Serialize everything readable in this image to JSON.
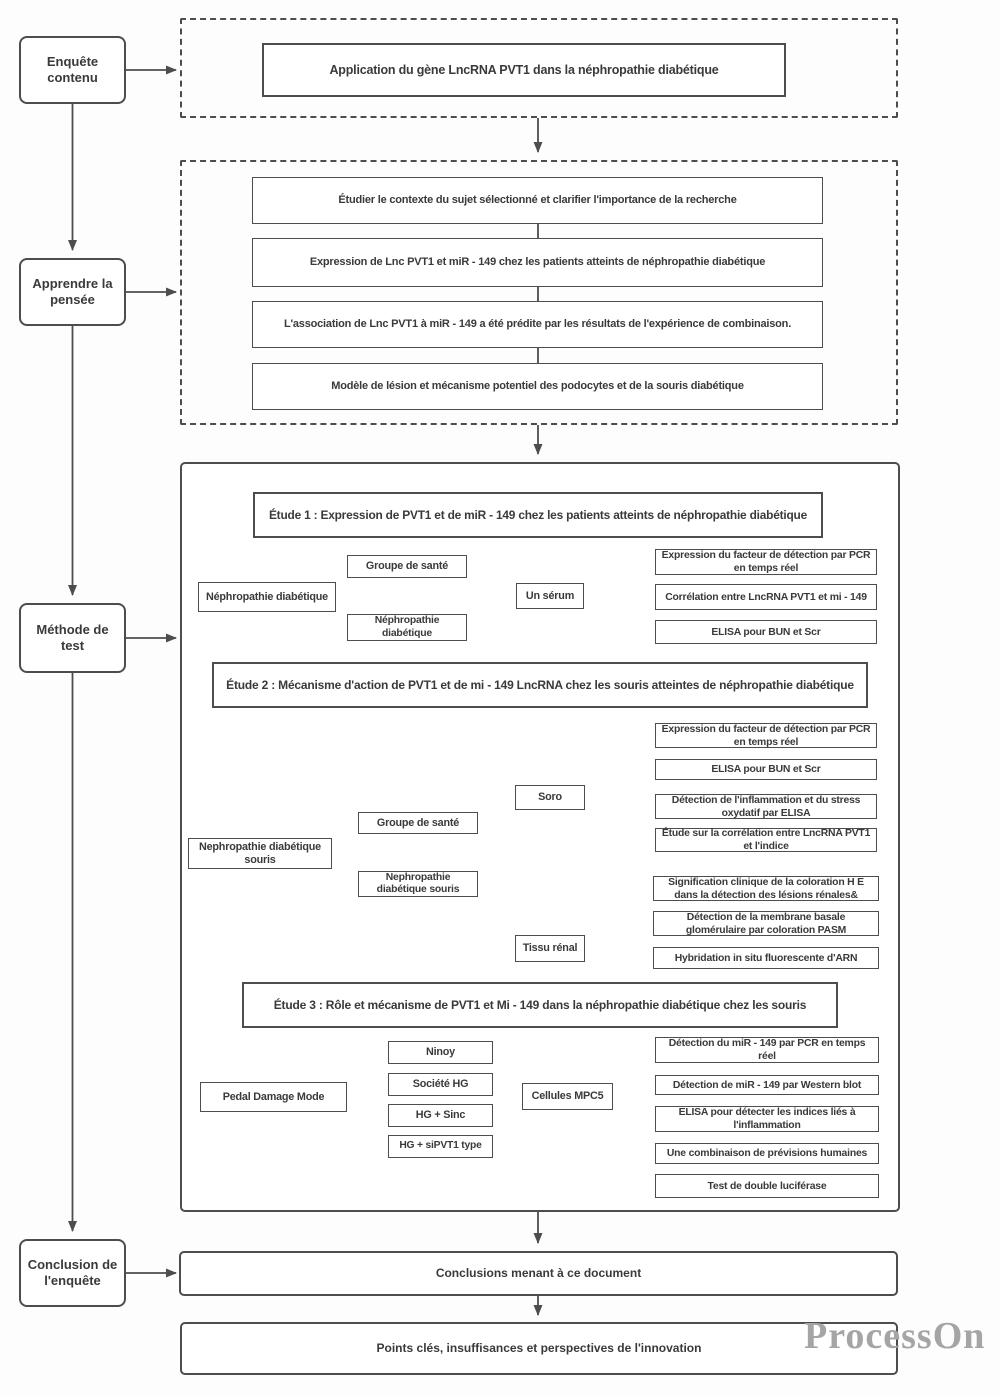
{
  "colors": {
    "line": "#4d4d4d",
    "text": "#3a3a3a",
    "watermark": "#a5a5a5"
  },
  "left_column": {
    "items": [
      "Enquête contenu",
      "Apprendre la pensée",
      "Méthode de test",
      "Conclusion de l'enquête"
    ]
  },
  "overview": {
    "title": "Application du gène LncRNA PVT1 dans la néphropathie diabétique"
  },
  "thinking": {
    "items": [
      "Étudier le contexte du sujet sélectionné et clarifier l'importance de la recherche",
      "Expression de Lnc PVT1 et miR - 149 chez les patients atteints de néphropathie diabétique",
      "L'association de Lnc PVT1 à miR - 149 a été prédite par les résultats de l'expérience de combinaison.",
      "Modèle de lésion et mécanisme potentiel des podocytes et de la souris diabétique"
    ]
  },
  "method": {
    "study1": {
      "title": "Étude 1 : Expression de PVT1 et de miR - 149 chez les patients atteints de néphropathie diabétique",
      "subject": "Néphropathie diabétique",
      "health_group": "Groupe de santé",
      "disease_group": "Néphropathie diabétique",
      "sample": "Un sérum",
      "outputs": [
        "Expression du facteur de détection par PCR en temps réel",
        "Corrélation entre LncRNA PVT1 et mi - 149",
        "ELISA pour BUN et Scr"
      ]
    },
    "study2": {
      "title": "Étude 2 : Mécanisme d'action de PVT1 et de mi - 149 LncRNA chez les souris atteintes de néphropathie diabétique",
      "subject": "Nephropathie diabétique souris",
      "health_group": "Groupe de santé",
      "disease_group": "Nephropathie diabétique souris",
      "serum": "Soro",
      "tissue": "Tissu rénal",
      "serum_outputs": [
        "Expression du facteur de détection par PCR en temps réel",
        "ELISA pour BUN et Scr",
        "Détection de l'inflammation et du stress oxydatif par ELISA",
        "Étude sur la corrélation entre LncRNA PVT1 et l'indice"
      ],
      "tissue_outputs": [
        "Signification clinique de la coloration H E dans la détection des lésions rénales&",
        "Détection de la membrane basale glomérulaire par coloration PASM",
        "Hybridation in situ fluorescente d'ARN"
      ]
    },
    "study3": {
      "title": "Étude 3 : Rôle et mécanisme de PVT1 et Mi - 149 dans la néphropathie diabétique chez les souris",
      "model": "Pedal Damage Mode",
      "groups": [
        "Ninoy",
        "Société HG",
        "HG + Sinc",
        "HG + siPVT1 type"
      ],
      "cells": "Cellules MPC5",
      "outputs": [
        "Détection du miR - 149 par PCR en temps réel",
        "Détection de miR - 149 par Western blot",
        "ELISA pour détecter les indices liés à l'inflammation",
        "Une combinaison de prévisions humaines",
        "Test de double luciférase"
      ]
    }
  },
  "conclusion": {
    "box1": "Conclusions menant à ce document",
    "box2": "Points clés, insuffisances et perspectives de l'innovation"
  },
  "watermark": "ProcessOn"
}
